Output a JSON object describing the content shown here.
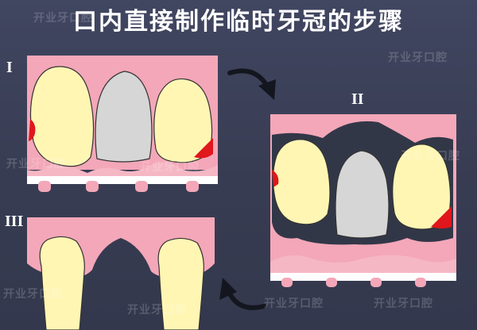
{
  "title": "口内直接制作临时牙冠的步骤",
  "steps": [
    {
      "label": "I"
    },
    {
      "label": "II"
    },
    {
      "label": "III"
    }
  ],
  "watermark": "开业牙口腔",
  "colors": {
    "background": "#3a3f55",
    "gum": "#f3a7b8",
    "tooth": "#fff6b4",
    "prepared_tooth": "#d6d6d6",
    "resin_material": "#323748",
    "decay": "#e0171c",
    "base_strip": "#ffffff"
  }
}
